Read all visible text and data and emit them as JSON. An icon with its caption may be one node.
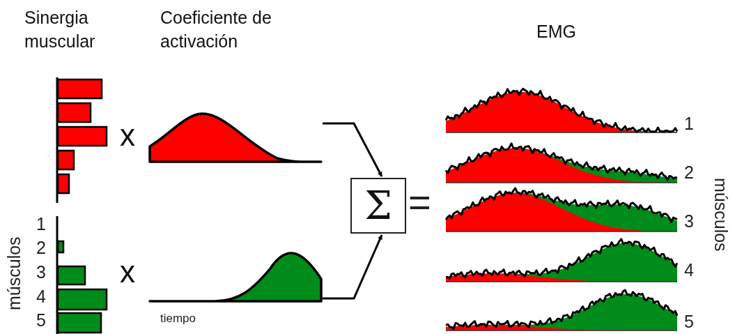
{
  "diagram": {
    "nodes": [
      {
        "text": [],
        "shape": "picture"
      },
      {
        "text": [],
        "shape": "picture"
      },
      {
        "text": [
          "Σ"
        ]
      }
    ],
    "edges": [
      {
        "from": 0,
        "to": 2,
        "arrow": "to"
      },
      {
        "from": 1,
        "to": 2,
        "arrow": "to"
      }
    ],
    "labels": [
      "Sinergia muscular",
      "Coeficiente de activación",
      "EMG",
      "x",
      "1",
      "2",
      "3",
      "4",
      "5",
      "músculos",
      "x",
      "tiempo",
      "=",
      "1",
      "2",
      "3",
      "4",
      "5",
      "músculos"
    ]
  }
}
